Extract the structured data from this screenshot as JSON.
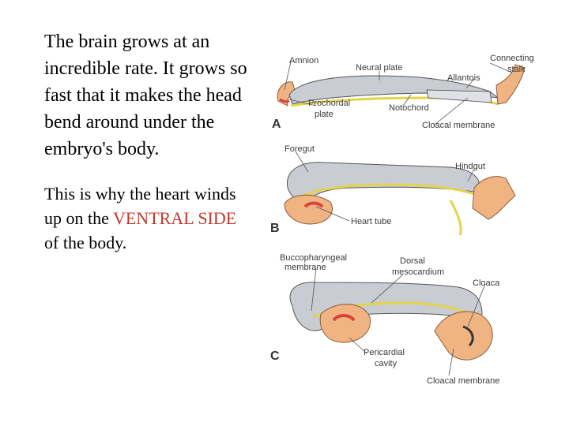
{
  "text": {
    "para1": "The brain grows at an incredible rate. It grows so fast that it makes the head bend around under the embryo's body.",
    "para2_before": "This is why the heart winds up on the ",
    "para2_highlight": "VENTRAL SIDE",
    "para2_after": " of the body."
  },
  "diagram": {
    "panel_a": {
      "letter": "A",
      "labels": {
        "amnion": "Amnion",
        "neural_plate": "Neural plate",
        "connecting_stalk_1": "Connecting",
        "connecting_stalk_2": "stalk",
        "allantois": "Allantois",
        "prochordal_1": "Prochordal",
        "prochordal_2": "plate",
        "notochord": "Notochord",
        "cloacal_membrane": "Cloacal membrane"
      }
    },
    "panel_b": {
      "letter": "B",
      "labels": {
        "foregut": "Foregut",
        "hindgut": "Hindgut",
        "heart_tube": "Heart tube"
      }
    },
    "panel_c": {
      "letter": "C",
      "labels": {
        "bucco_1": "Buccopharyngeal",
        "bucco_2": "membrane",
        "dorsal_1": "Dorsal",
        "dorsal_2": "mesocardium",
        "cloaca": "Cloaca",
        "pericardial_1": "Pericardial",
        "pericardial_2": "cavity",
        "cloacal_membrane": "Cloacal membrane"
      }
    }
  },
  "colors": {
    "highlight": "#c0392b",
    "tissue_gray": "#c9ccd3",
    "tissue_orange": "#f0b482",
    "endoderm_yellow": "#e3d44a",
    "heart_red": "#d9443a"
  }
}
